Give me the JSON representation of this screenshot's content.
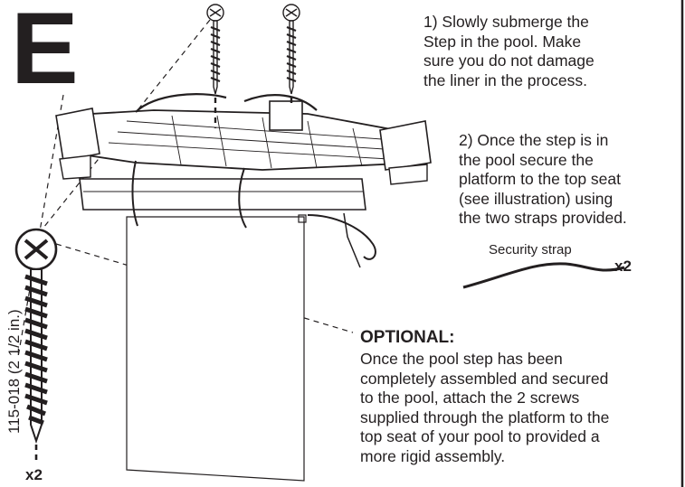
{
  "section_letter": "E",
  "step1": {
    "lines": [
      "1) Slowly submerge the",
      "Step in the pool. Make",
      "sure you do not damage",
      "the liner in the process."
    ]
  },
  "step2": {
    "lines": [
      "2) Once the step is in",
      "the pool secure the",
      "platform to the top seat",
      "(see illustration) using",
      "the two straps provided."
    ]
  },
  "strap": {
    "label": "Security strap",
    "quantity": "x2"
  },
  "optional": {
    "title": "OPTIONAL:",
    "lines": [
      "Once the pool step has been",
      "completely assembled and secured",
      "to the pool, attach the 2 screws",
      "supplied through the platform to the",
      "top seat of your pool to provided a",
      "more rigid assembly."
    ]
  },
  "screw": {
    "part_number": "115-018 (2 1/2 in.)",
    "quantity": "x2"
  },
  "colors": {
    "ink": "#231f20",
    "paper": "#ffffff"
  }
}
